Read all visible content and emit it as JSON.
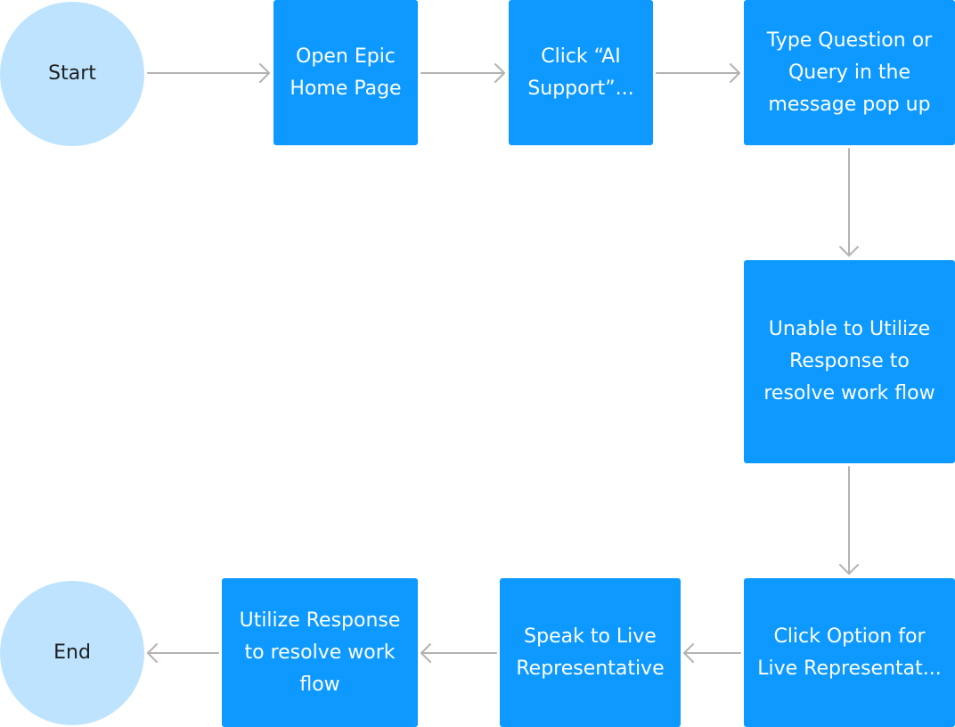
{
  "diagram": {
    "nodes": {
      "start": {
        "label": "Start"
      },
      "open_epic": {
        "label": "Open Epic\nHome Page"
      },
      "click_ai": {
        "label": "Click “AI\nSupport”..."
      },
      "type_question": {
        "label": "Type Question or\nQuery in the\nmessage pop up"
      },
      "unable": {
        "label": "Unable to Utilize\nResponse to\nresolve work flow"
      },
      "click_option": {
        "label": "Click Option for\nLive Representat..."
      },
      "speak_live": {
        "label": "Speak to Live\nRepresentative"
      },
      "utilize": {
        "label": "Utilize Response\nto resolve work\nflow"
      },
      "end": {
        "label": "End"
      }
    },
    "edges": [
      {
        "from": "start",
        "to": "open_epic"
      },
      {
        "from": "open_epic",
        "to": "click_ai"
      },
      {
        "from": "click_ai",
        "to": "type_question"
      },
      {
        "from": "type_question",
        "to": "unable"
      },
      {
        "from": "unable",
        "to": "click_option"
      },
      {
        "from": "click_option",
        "to": "speak_live"
      },
      {
        "from": "speak_live",
        "to": "utilize"
      },
      {
        "from": "utilize",
        "to": "end"
      }
    ],
    "colors": {
      "process_fill": "#0d99ff",
      "terminal_fill": "#bde3ff",
      "process_text": "#ffffff",
      "terminal_text": "#1e1e1e",
      "connector": "#b3b3b3"
    }
  }
}
